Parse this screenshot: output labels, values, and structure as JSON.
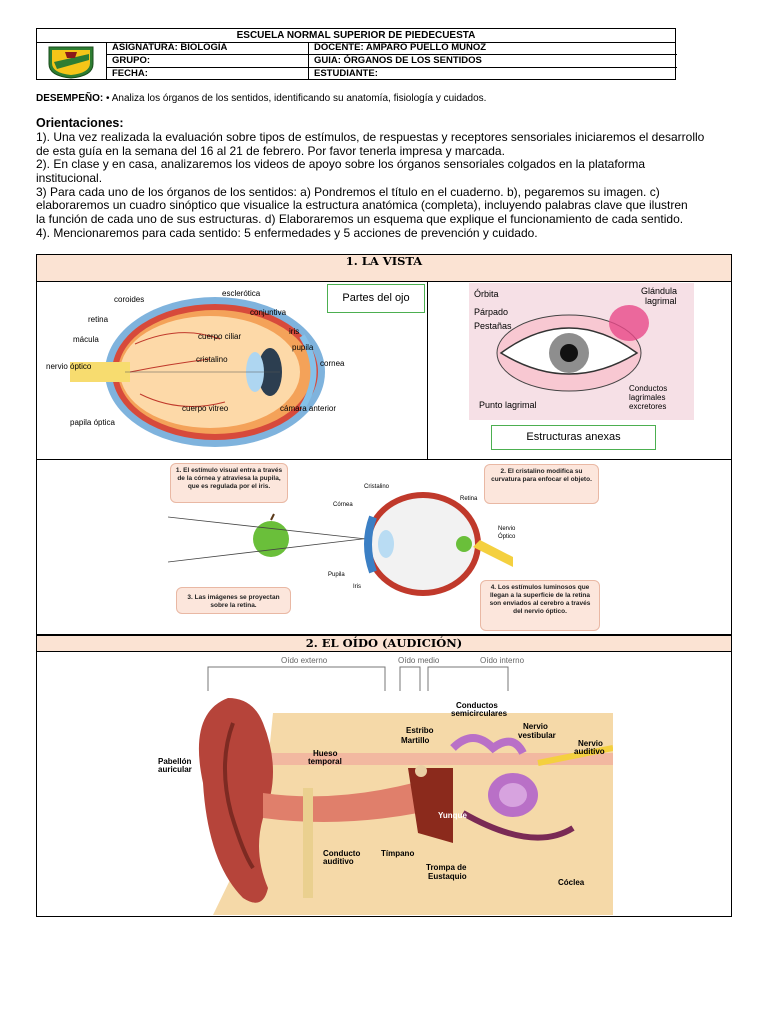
{
  "header": {
    "school": "ESCUELA   NORMAL SUPERIOR DE PIEDECUESTA",
    "asignatura": "ASIGNATURA: BIOLOGÍA",
    "docente": "DOCENTE: AMPARO PUELLO MUÑOZ",
    "grupo": "GRUPO:",
    "guia": "GUIA: ÓRGANOS DE LOS SENTIDOS",
    "fecha": "FECHA:",
    "estudiante": "ESTUDIANTE:"
  },
  "desempeno": {
    "label": "DESEMPEÑO:",
    "text": " • Analiza los órganos de los sentidos, identificando su anatomía, fisiología y cuidados."
  },
  "orientaciones": {
    "title": "Orientaciones:",
    "p1a": "1). Una vez realizada la evaluación sobre tipos de estímulos, de respuestas y receptores sensoriales iniciaremos el desarrollo",
    "p1b": "de esta guía en la semana del 16 al 21 de febrero. Por favor tenerla impresa y marcada.",
    "p2a": "2). En clase y en casa, analizaremos los videos de apoyo sobre los órganos sensoriales colgados en la plataforma",
    "p2b": "institucional.",
    "p3a": "3) Para cada uno de los órganos de los sentidos: a) Pondremos el título en el cuaderno. b), pegaremos su imagen. c)",
    "p3b": "elaboraremos un cuadro sinóptico que visualice la estructura anatómica (completa), incluyendo palabras clave que ilustren",
    "p3c": "la función de cada uno de sus estructuras. d) Elaboraremos un esquema que explique el funcionamiento de cada sentido.",
    "p4": "4). Mencionaremos para cada sentido: 5 enfermedades y 5 acciones de prevención y cuidado."
  },
  "vista": {
    "title": "1.  LA VISTA",
    "partes_label": "Partes del ojo",
    "anexas_label": "Estructuras anexas",
    "eye_labels": {
      "esclerotica": "esclerótica",
      "coroides": "coroides",
      "conjuntiva": "conjuntiva",
      "retina": "retina",
      "iris": "iris",
      "cuerpo_ciliar": "cuerpo ciliar",
      "macula": "mácula",
      "pupila": "pupila",
      "cristalino": "cristalino",
      "nervio_optico": "nervio óptico",
      "cornea": "cornea",
      "cuerpo_vitreo": "cuerpo vitreo",
      "camara_anterior": "cámara anterior",
      "papila_optica": "papila óptica"
    },
    "annex_labels": {
      "orbita": "Órbita",
      "parpado": "Párpado",
      "pestanas": "Pestañas",
      "glandula1": "Glándula",
      "glandula2": "lagrimal",
      "punto": "Punto lagrimal",
      "conductos1": "Conductos",
      "conductos2": "lagrimales",
      "conductos3": "excretores"
    },
    "process": {
      "step1": "1. El estímulo visual entra a través de la córnea y atraviesa la pupila, que es regulada por el iris.",
      "step2": "2. El cristalino modifica su curvatura para enfocar el objeto.",
      "step3": "3. Las imágenes se proyectan sobre la retina.",
      "step4": "4. Los estímulos luminosos que llegan a la superficie de la retina son enviados al cerebro a través del nervio óptico.",
      "cristalino": "Cristalino",
      "cornea": "Córnea",
      "retina": "Retina",
      "nervio1": "Nervio",
      "nervio2": "Óptico",
      "pupila": "Pupila",
      "iris": "Iris"
    }
  },
  "oido": {
    "title": "2.  EL OÍDO (AUDICIÓN)",
    "externo": "Oído externo",
    "medio": "Oído medio",
    "interno": "Oído interno",
    "conductos1": "Conductos",
    "conductos2": "semicirculares",
    "estribo": "Estribo",
    "martillo": "Martillo",
    "nervio_vest1": "Nervio",
    "nervio_vest2": "vestibular",
    "nervio_aud1": "Nervio",
    "nervio_aud2": "auditivo",
    "hueso1": "Hueso",
    "hueso2": "temporal",
    "pabellon1": "Pabellón",
    "pabellon2": "auricular",
    "yunque": "Yunque",
    "conducto1": "Conducto",
    "conducto2": "auditivo",
    "timpano": "Tímpano",
    "trompa1": "Trompa de",
    "trompa2": "Eustaquio",
    "coclea": "Cóclea"
  }
}
